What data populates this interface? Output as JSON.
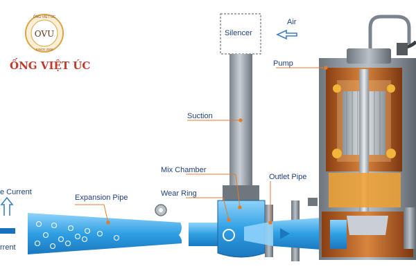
{
  "logo": {
    "arc_top": "ỐNG VIỆT ÚC",
    "initials": "OVU",
    "since": "SINCE 2009",
    "brand_name": "ỐNG VIỆT ÚC"
  },
  "labels": {
    "silencer": "Silencer",
    "air": "Air",
    "pump": "Pump",
    "suction": "Suction",
    "mix_chamber": "Mix Chamber",
    "outlet_pipe": "Outlet Pipe",
    "wear_ring": "Wear Ring",
    "expansion_pipe": "Expansion Pipe",
    "current_top": "e Current",
    "current_bottom": "rrent"
  },
  "colors": {
    "label_text": "#1d3f7a",
    "water": "#3fa9e6",
    "pipe_grey": "#9aa3ab",
    "copper": "#b85a1c",
    "brand_red": "#c0392b",
    "logo_gold": "#d9a441"
  }
}
